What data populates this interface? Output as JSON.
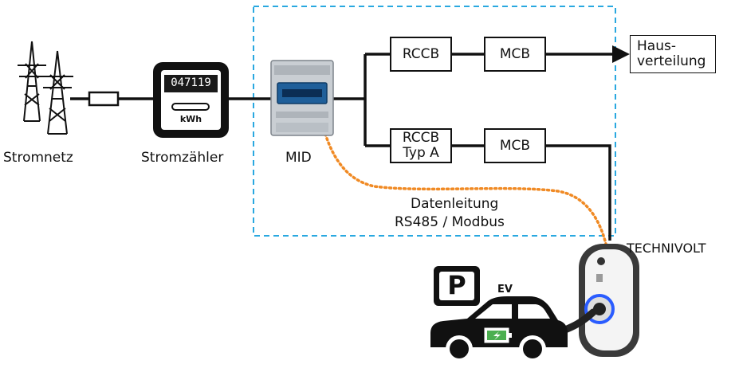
{
  "labels": {
    "grid": "Stromnetz",
    "meter": "Stromzähler",
    "mid": "MID",
    "data_line_1": "Datenleitung",
    "data_line_2": "RS485 / Modbus",
    "charger": "TECHNIVOLT",
    "ev": "EV"
  },
  "meter": {
    "reading": "047119",
    "unit": "kWh"
  },
  "parking_sign": "P",
  "boxes": {
    "rccb_top": "RCCB",
    "mcb_top": "MCB",
    "rccb_bottom_1": "RCCB",
    "rccb_bottom_2": "Typ A",
    "mcb_bottom": "MCB",
    "house_1": "Haus-",
    "house_2": "verteilung"
  },
  "colors": {
    "line": "#111111",
    "mid_boundary": "#29a8e0",
    "data_line": "#f08a24",
    "battery": "#4caf50",
    "charger_ring": "#2a5cff"
  }
}
